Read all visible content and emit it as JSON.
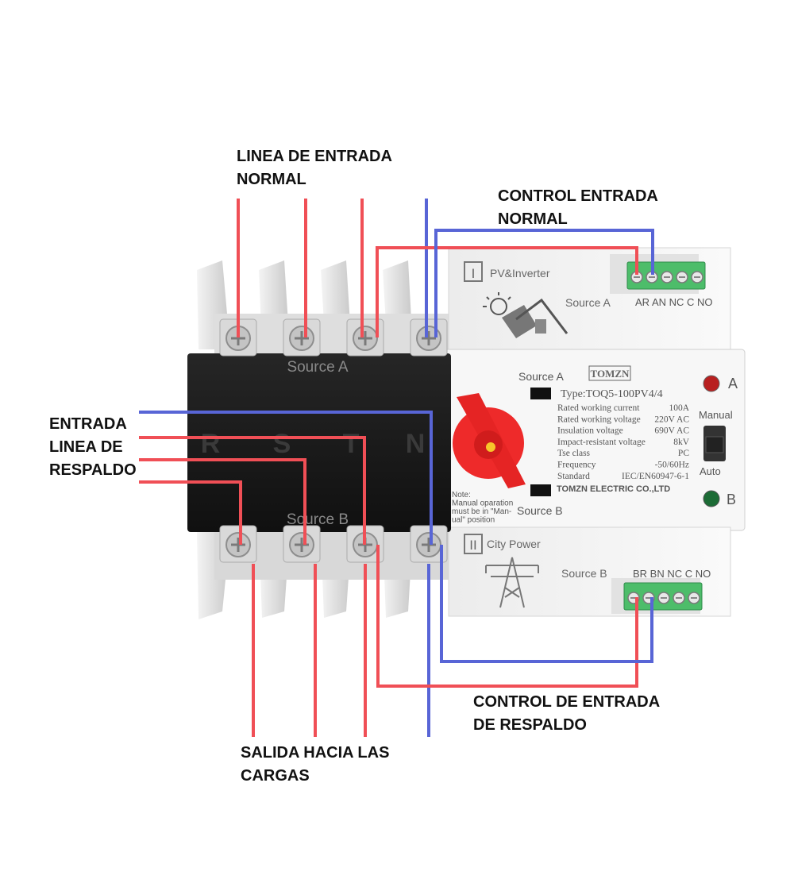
{
  "annotations": {
    "linea_entrada_normal": [
      "LINEA DE ENTRADA",
      "NORMAL"
    ],
    "control_entrada_normal": [
      "CONTROL ENTRADA",
      "NORMAL"
    ],
    "entrada_linea_respaldo": [
      "ENTRADA",
      "LINEA DE",
      "RESPALDO"
    ],
    "control_entrada_respaldo": [
      "CONTROL DE ENTRADA",
      "DE RESPALDO"
    ],
    "salida_cargas": [
      "SALIDA HACIA LAS",
      "CARGAS"
    ]
  },
  "device": {
    "brand": "TOMZN",
    "type_label": "Type:TOQ5-100PV4/4",
    "source_a_top": "Source A",
    "source_b_bottom": "Source B",
    "phase_letters": [
      "R",
      "S",
      "T",
      "N"
    ],
    "module_a": {
      "roman": "I",
      "title": "PV&Inverter",
      "source": "Source A",
      "terminals": "AR AN NC C NO"
    },
    "module_b": {
      "roman": "II",
      "title": "City Power",
      "source": "Source B",
      "terminals": "BR BN NC C NO"
    },
    "panel": {
      "source_a": "Source A",
      "source_b": "Source B",
      "specs": [
        {
          "label": "Rated working current",
          "value": "100A"
        },
        {
          "label": "Rated working voltage",
          "value": "220V AC"
        },
        {
          "label": "Insulation voltage",
          "value": "690V AC"
        },
        {
          "label": "Impact-resistant voltage",
          "value": "8kV"
        },
        {
          "label": "Tse class",
          "value": "PC"
        },
        {
          "label": "Frequency",
          "value": "-50/60Hz"
        },
        {
          "label": "Standard",
          "value": "IEC/EN60947-6-1"
        }
      ],
      "company": "TOMZN ELECTRIC CO.,LTD",
      "note": [
        "Note:",
        "Manual oparation",
        "must be in \"Man-",
        "ual\" position"
      ],
      "indicator_a": "A",
      "indicator_b": "B",
      "manual": "Manual",
      "auto": "Auto"
    }
  },
  "colors": {
    "live_wire": "#f04f56",
    "neutral_wire": "#5865d6",
    "terminal_green": "#4dbd6a",
    "indicator_led": "#c02020",
    "handle": "#ee2a2a"
  }
}
